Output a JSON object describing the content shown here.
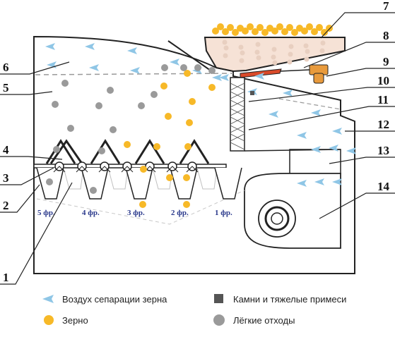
{
  "labels": {
    "n1": "1",
    "n2": "2",
    "n3": "3",
    "n4": "4",
    "n5": "5",
    "n6": "6",
    "n7": "7",
    "n8": "8",
    "n9": "9",
    "n10": "10",
    "n11": "11",
    "n12": "12",
    "n13": "13",
    "n14": "14"
  },
  "fractions": [
    "5 фр.",
    "4 фр.",
    "3 фр.",
    "2 фр.",
    "1 фр."
  ],
  "legend": {
    "air": "Воздух сепарации зерна",
    "stones": "Камни и тяжелые примеси",
    "grain": "Зерно",
    "light_waste": "Лёгкие отходы"
  },
  "colors": {
    "air": "#8fc6e6",
    "grain": "#f7b928",
    "light_waste": "#9a9a9a",
    "stones": "#555555",
    "hopper_fill": "#f6e2d6",
    "shaker": "#d94a2a",
    "weight": "#e89a3c"
  }
}
